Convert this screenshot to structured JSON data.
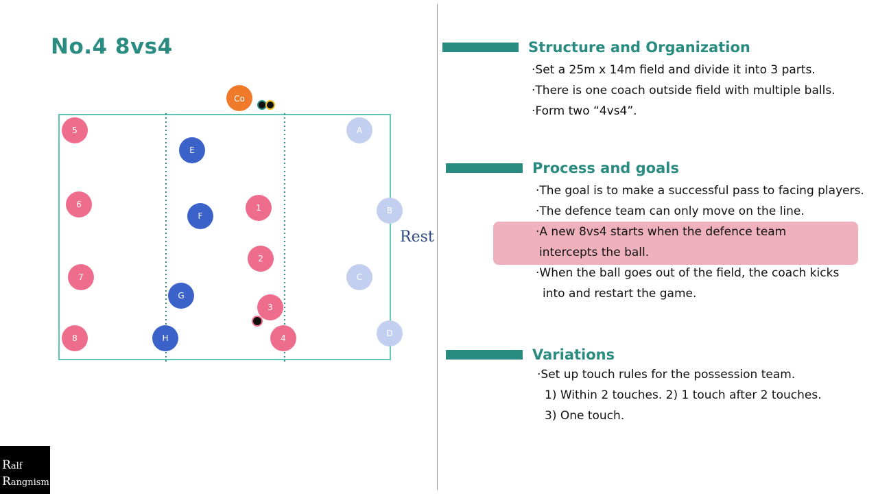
{
  "title": "No.4 8vs4",
  "diagram": {
    "coach_label": "Co",
    "rest_label": "Rest",
    "colors": {
      "field_line": "#5cc6b4",
      "zone_line": "#2a8c80",
      "attacker": "#ef6d8c",
      "defender": "#3a62c8",
      "rest_player": "#c3cfee",
      "coach": "#ef7a2a",
      "ball": "#111111"
    },
    "attackers": [
      "5",
      "6",
      "7",
      "8",
      "1",
      "2",
      "3",
      "4"
    ],
    "defenders": [
      "E",
      "F",
      "G",
      "H"
    ],
    "rest_players": [
      "A",
      "B",
      "C",
      "D"
    ]
  },
  "sections": [
    {
      "heading": "Structure and Organization",
      "lines": [
        "·Set a 25m x 14m field and divide it into 3 parts.",
        "·There is one coach outside field with multiple balls.",
        "·Form two “4vs4”."
      ]
    },
    {
      "heading": "Process and goals",
      "lines": [
        "·The goal is to make a successful pass to facing players.",
        "·The defence team can only move on the line.",
        "·A new 8vs4 starts when the defence team",
        "intercepts the ball.",
        "·When the ball goes out of the field, the coach kicks",
        "into and restart the game."
      ]
    },
    {
      "heading": "Variations",
      "lines": [
        "·Set up touch rules for the possession team.",
        "1) Within 2 touches. 2) 1 touch after 2 touches.",
        "3) One touch."
      ]
    }
  ],
  "logo": {
    "line1_initial": "R",
    "line1_rest": "alf",
    "line2_initial": "R",
    "line2_rest": "angnism"
  }
}
